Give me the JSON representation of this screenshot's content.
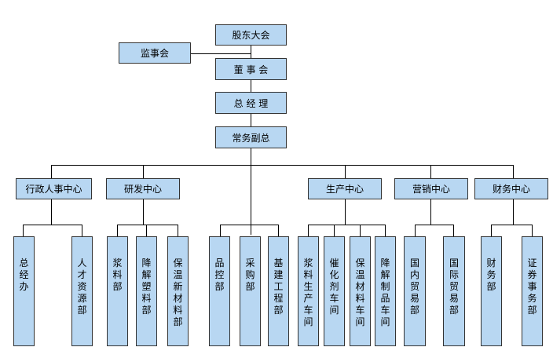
{
  "colors": {
    "box_fill": "#b8d7f2",
    "border": "#333333",
    "line": "#000000"
  },
  "top": {
    "shareholders": "股东大会",
    "supervisors": "监事会",
    "board": "董 事 会",
    "gm": "总 经 理",
    "evp": "常务副总"
  },
  "centers": {
    "admin": "行政人事中心",
    "rnd": "研发中心",
    "prod": "生产中心",
    "sales": "营销中心",
    "finance": "财务中心"
  },
  "depts": {
    "gm_office": "总经办",
    "hr": "人才资源部",
    "slurry": "浆料部",
    "degradable_plastics": "降解塑料部",
    "insulation_materials": "保温新材料部",
    "qc": "品控部",
    "purchasing": "采购部",
    "construction": "基建工程部",
    "slurry_workshop": "浆料生产车间",
    "catalyst_workshop": "催化剂车间",
    "insulation_workshop": "保温材料车间",
    "degradable_workshop": "降解制品车间",
    "domestic_trade": "国内贸易部",
    "intl_trade": "国际贸易部",
    "finance_dept": "财务部",
    "securities": "证券事务部"
  }
}
